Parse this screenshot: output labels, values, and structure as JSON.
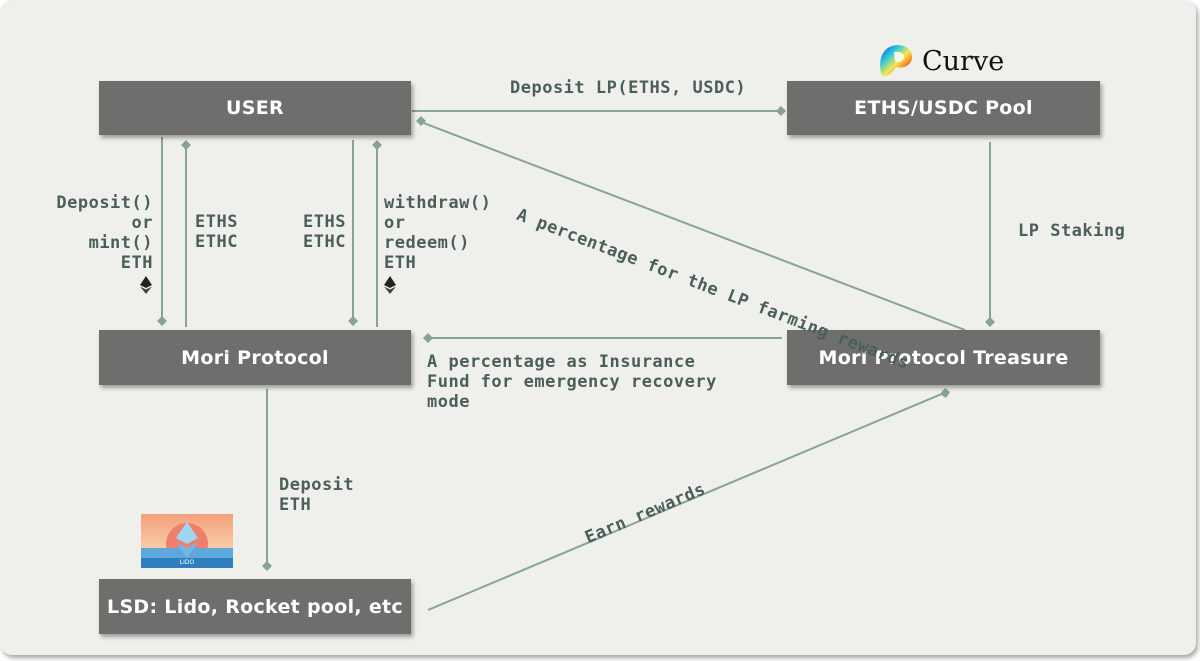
{
  "nodes": {
    "user": "USER",
    "pool": "ETHS/USDC Pool",
    "mori": "Mori Protocol",
    "treasure": "Mori Protocol Treasure",
    "lsd": "LSD: Lido, Rocket pool, etc"
  },
  "edges": {
    "deposit_lp": "Deposit LP(ETHS, USDC)",
    "lp_staking": "LP Staking",
    "lp_farming": "A percentage for the LP farming rewards",
    "deposit_mint": [
      "Deposit()",
      "or",
      "mint()",
      "ETH"
    ],
    "eths_ethc_left": [
      "ETHS",
      "ETHC"
    ],
    "eths_ethc_right": [
      "ETHS",
      "ETHC"
    ],
    "withdraw_redeem": [
      "withdraw()",
      "or",
      "redeem()",
      "ETH"
    ],
    "insurance": [
      "A percentage as Insurance",
      "Fund for emergency recovery",
      "mode"
    ],
    "deposit_eth": [
      "Deposit",
      "ETH"
    ],
    "earn_rewards": "Earn rewards"
  },
  "logos": {
    "curve": "Curve",
    "lido": "LIDO"
  },
  "colors": {
    "background": "#eff0eb",
    "node": "#6e6e6d",
    "edge": "#87a396",
    "label": "#4b5e5c"
  },
  "icons": [
    "ethereum-icon",
    "curve-logo-icon",
    "lido-logo-icon"
  ]
}
